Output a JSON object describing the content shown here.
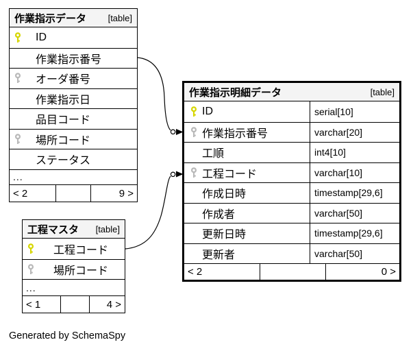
{
  "credit": "Generated by SchemaSpy",
  "colors": {
    "pk_key": "#d6d600",
    "fk_key": "#b9b9b9",
    "header_bg": "#f4f4f4",
    "border": "#000000"
  },
  "tables": [
    {
      "title": "作業指示データ",
      "tag": "[table]",
      "columns": [
        {
          "name": "ID",
          "key": "pk"
        },
        {
          "name": "作業指示番号",
          "key": ""
        },
        {
          "name": "オーダ番号",
          "key": "fk"
        },
        {
          "name": "作業指示日",
          "key": ""
        },
        {
          "name": "品目コード",
          "key": ""
        },
        {
          "name": "場所コード",
          "key": "fk"
        },
        {
          "name": "ステータス",
          "key": ""
        }
      ],
      "ellipsis": "...",
      "footer": {
        "left": "< 2",
        "middle": "",
        "right": "9 >"
      }
    },
    {
      "title": "作業指示明細データ",
      "tag": "[table]",
      "columns": [
        {
          "name": "ID",
          "type": "serial[10]",
          "key": "pk"
        },
        {
          "name": "作業指示番号",
          "type": "varchar[20]",
          "key": "fk"
        },
        {
          "name": "工順",
          "type": "int4[10]",
          "key": ""
        },
        {
          "name": "工程コード",
          "type": "varchar[10]",
          "key": "fk"
        },
        {
          "name": "作成日時",
          "type": "timestamp[29,6]",
          "key": ""
        },
        {
          "name": "作成者",
          "type": "varchar[50]",
          "key": ""
        },
        {
          "name": "更新日時",
          "type": "timestamp[29,6]",
          "key": ""
        },
        {
          "name": "更新者",
          "type": "varchar[50]",
          "key": ""
        }
      ],
      "footer": {
        "left": "< 2",
        "middle": "",
        "right": "0 >"
      }
    },
    {
      "title": "工程マスタ",
      "tag": "[table]",
      "columns": [
        {
          "name": "工程コード",
          "key": "pk"
        },
        {
          "name": "場所コード",
          "key": "fk"
        }
      ],
      "ellipsis": "...",
      "footer": {
        "left": "< 1",
        "middle": "",
        "right": "4 >"
      }
    }
  ],
  "relationships": [
    {
      "from": "作業指示データ.作業指示番号",
      "to": "作業指示明細データ.作業指示番号"
    },
    {
      "from": "工程マスタ.工程コード",
      "to": "作業指示明細データ.工程コード"
    }
  ]
}
